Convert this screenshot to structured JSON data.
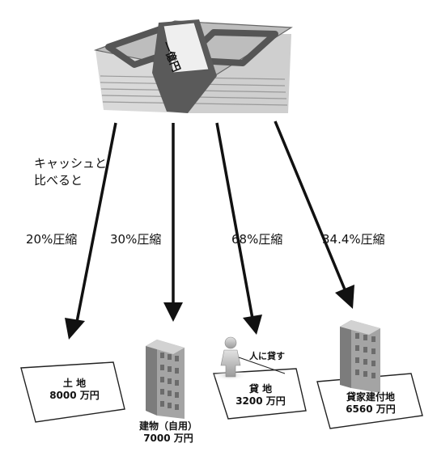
{
  "money": {
    "band_label": "一億円"
  },
  "intro": {
    "line1": "キャッシュと",
    "line2": "比べると"
  },
  "compressions": [
    "20%圧縮",
    "30%圧縮",
    "68%圧縮",
    "34.4%圧縮"
  ],
  "assets": {
    "land": {
      "name": "土 地",
      "value": "8000 万円"
    },
    "building": {
      "name": "建物（自用）",
      "value": "7000 万円"
    },
    "leased_land": {
      "name": "貸 地",
      "value": "3200 万円"
    },
    "rental_land": {
      "name": "貸家建付地",
      "value": "6560 万円"
    }
  },
  "lease_note": "人に貸す",
  "colors": {
    "bill_gray": "#8a8a8a",
    "bill_dark": "#444444",
    "building_gray": "#9c9c9c",
    "arrow": "#111111"
  }
}
